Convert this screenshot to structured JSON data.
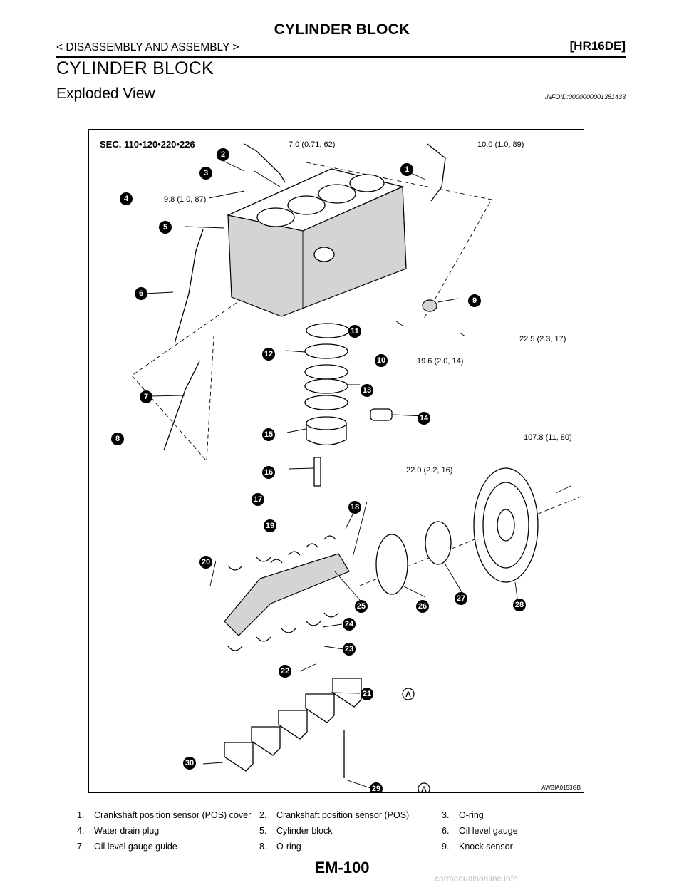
{
  "header": {
    "title": "CYLINDER BLOCK",
    "breadcrumb": "< DISASSEMBLY AND ASSEMBLY >",
    "code": "[HR16DE]"
  },
  "section_title": "CYLINDER BLOCK",
  "subsection_title": "Exploded View",
  "info_id": "INFOID:0000000001381433",
  "figure": {
    "sec_label": "SEC. 110•120•220•226",
    "code": "AWBIA0153GB",
    "badge_numbers": [
      "1",
      "2",
      "3",
      "4",
      "5",
      "6",
      "7",
      "8",
      "9",
      "10",
      "11",
      "12",
      "13",
      "14",
      "15",
      "16",
      "17",
      "18",
      "19",
      "20",
      "21",
      "22",
      "23",
      "24",
      "25",
      "26",
      "27",
      "28",
      "29",
      "30"
    ],
    "torques": {
      "t1": "7.0 (0.71, 62)",
      "t2": "10.0 (1.0, 89)",
      "t3": "9.8 (1.0, 87)",
      "t4": "22.5 (2.3, 17)",
      "t5": "19.6 (2.0, 14)",
      "t6": "107.8 (11, 80)",
      "t7": "22.0 (2.2, 16)"
    },
    "ref_letter": "A"
  },
  "legend": [
    [
      {
        "num": "1.",
        "text": "Crankshaft position sensor (POS) cover"
      },
      {
        "num": "2.",
        "text": "Crankshaft position sensor (POS)"
      },
      {
        "num": "3.",
        "text": "O-ring"
      }
    ],
    [
      {
        "num": "4.",
        "text": "Water drain plug"
      },
      {
        "num": "5.",
        "text": "Cylinder block"
      },
      {
        "num": "6.",
        "text": "Oil level gauge"
      }
    ],
    [
      {
        "num": "7.",
        "text": "Oil level gauge guide"
      },
      {
        "num": "8.",
        "text": "O-ring"
      },
      {
        "num": "9.",
        "text": "Knock sensor"
      }
    ]
  ],
  "page_number": "EM-100",
  "watermark": "carmanualsonline.info"
}
